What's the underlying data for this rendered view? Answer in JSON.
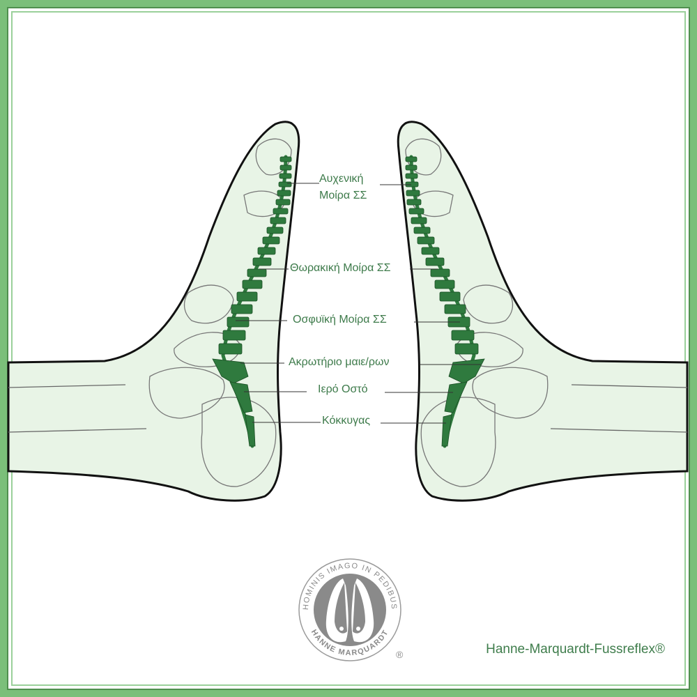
{
  "labels": {
    "cervical_l1": "Αυχενική",
    "cervical_l2": "Μοίρα ΣΣ",
    "thoracic": "Θωρακική Μοίρα ΣΣ",
    "lumbar": "Οσφυϊκή Μοίρα ΣΣ",
    "promontory": "Ακρωτήριο μαιε/ρων",
    "sacrum": "Ιερό Οστό",
    "coccyx": "Κόκκυγας"
  },
  "logo": {
    "ring_text_top": "HOMINIS IMAGO IN PEDIBUS",
    "ring_text_bottom": "HANNE MARQUARDT",
    "registered": "®"
  },
  "credit": "Hanne-Marquardt-Fussreflex®",
  "colors": {
    "frame": "#7bbf7a",
    "spine": "#2f7a3e",
    "label": "#3d7a4a",
    "foot_fill": "#e8f4e6",
    "logo_gray": "#8a8a8a"
  }
}
